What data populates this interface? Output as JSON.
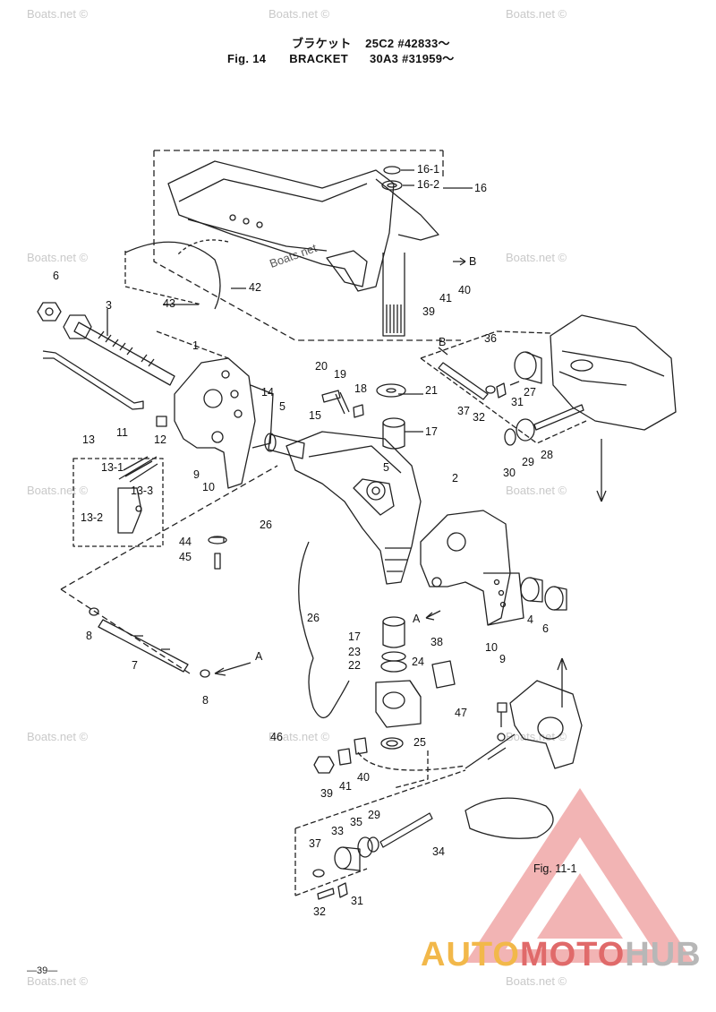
{
  "header": {
    "jp_title": "ブラケット",
    "jp_code": "25C2 #42833～",
    "fig": "Fig. 14",
    "name": "BRACKET",
    "code2": "30A3 #31959～"
  },
  "watermark": "Boats.net ©",
  "diagram_watermark": "Boats.net",
  "callouts": {
    "c16_1": "16-1",
    "c16_2": "16-2",
    "c16": "16",
    "cB1": "B",
    "c40a": "40",
    "c41a": "41",
    "c39a": "39",
    "c6a": "6",
    "c43": "43",
    "c42": "42",
    "c3": "3",
    "c1": "1",
    "c11": "11",
    "c12": "12",
    "c13": "13",
    "c13_1": "13-1",
    "c13_3": "13-3",
    "c13_2": "13-2",
    "c9a": "9",
    "c10a": "10",
    "c14": "14",
    "c5a": "5",
    "c15": "15",
    "c5b": "5",
    "c20": "20",
    "c19": "19",
    "c18": "18",
    "c21": "21",
    "c17a": "17",
    "c36": "36",
    "cB2": "B",
    "c27": "27",
    "c31a": "31",
    "c37a": "37",
    "c32a": "32",
    "c28": "28",
    "c29a": "29",
    "c30": "30",
    "c26a": "26",
    "c44": "44",
    "c45": "45",
    "c2": "2",
    "c4": "4",
    "c6b": "6",
    "cA1": "A",
    "c10b": "10",
    "c9b": "9",
    "c8a": "8",
    "c7": "7",
    "cA2": "A",
    "c8b": "8",
    "c26b": "26",
    "c17b": "17",
    "c23": "23",
    "c22": "22",
    "c24": "24",
    "c38": "38",
    "c47": "47",
    "c46": "46",
    "c25": "25",
    "c39b": "39",
    "c41b": "41",
    "c40b": "40",
    "c33": "33",
    "c35": "35",
    "c29b": "29",
    "c37b": "37",
    "c34": "34",
    "c31b": "31",
    "c32b": "32"
  },
  "ref_fig": "Fig. 11-1",
  "page_number": "—39—",
  "logo": {
    "part1": "AUTO",
    "part2": "MOTO",
    "part3": "HUB"
  }
}
